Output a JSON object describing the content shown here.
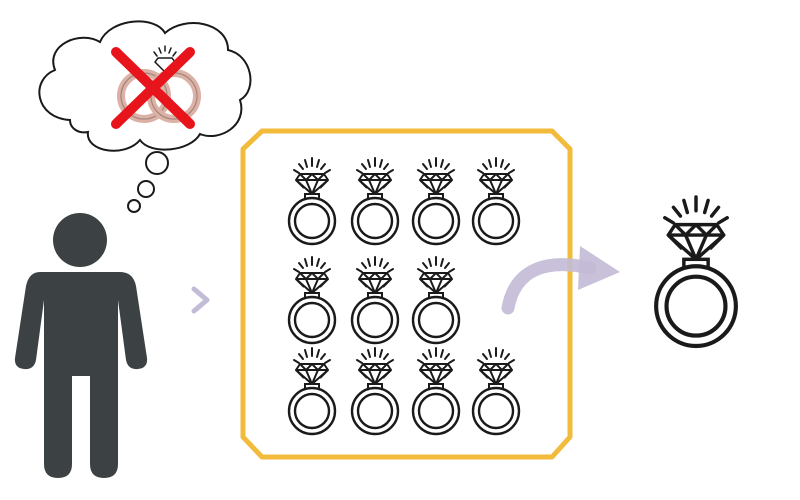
{
  "diagram": {
    "thought_bubble": {
      "icon": "crossed-out-wedding-rings-icon",
      "cross_color": "#e8141c"
    },
    "person": {
      "icon": "person-icon",
      "color": "#3c4244"
    },
    "chevron": {
      "icon": "chevron-right-icon",
      "color": "#c3bcd6"
    },
    "ring_grid": {
      "frame_color": "#f2bb3c",
      "rows": [
        4,
        3,
        4
      ]
    },
    "arrow": {
      "icon": "curved-arrow-icon",
      "color": "#c3bcd6"
    },
    "chosen_ring": {
      "icon": "diamond-ring-icon"
    }
  }
}
